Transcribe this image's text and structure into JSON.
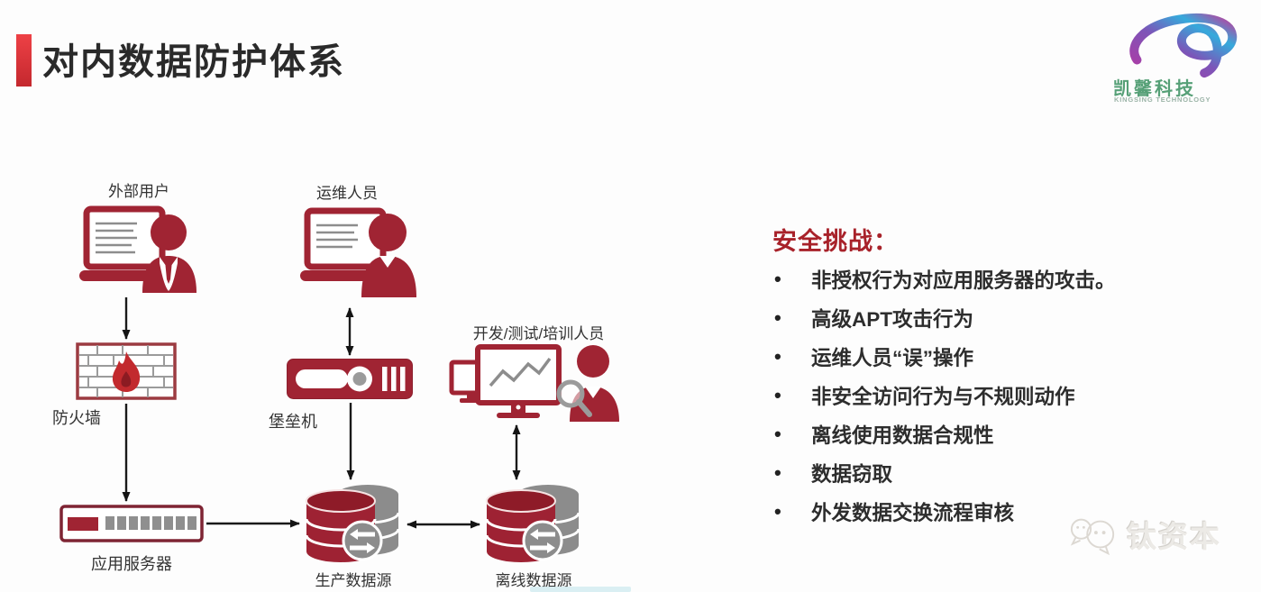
{
  "header": {
    "title": "对内数据防护体系"
  },
  "logo": {
    "name": "凯馨科技",
    "subtitle": "KINGSING TECHNOLOGY"
  },
  "diagram": {
    "nodes": [
      {
        "id": "external-user",
        "label": "外部用户"
      },
      {
        "id": "ops-user",
        "label": "运维人员"
      },
      {
        "id": "dev-user",
        "label": "开发/测试/培训人员"
      },
      {
        "id": "firewall",
        "label": "防火墙"
      },
      {
        "id": "bastion",
        "label": "堡垒机"
      },
      {
        "id": "app-server",
        "label": "应用服务器"
      },
      {
        "id": "prod-db",
        "label": "生产数据源"
      },
      {
        "id": "offline-db",
        "label": "离线数据源"
      }
    ],
    "edges": [
      {
        "from": "external-user",
        "to": "firewall",
        "type": "one-way"
      },
      {
        "from": "firewall",
        "to": "app-server",
        "type": "one-way"
      },
      {
        "from": "app-server",
        "to": "prod-db",
        "type": "one-way"
      },
      {
        "from": "ops-user",
        "to": "bastion",
        "type": "two-way"
      },
      {
        "from": "bastion",
        "to": "prod-db",
        "type": "one-way"
      },
      {
        "from": "prod-db",
        "to": "offline-db",
        "type": "two-way"
      },
      {
        "from": "dev-user",
        "to": "offline-db",
        "type": "two-way"
      }
    ]
  },
  "challenges": {
    "heading": "安全挑战：",
    "items": [
      "非授权行为对应用服务器的攻击。",
      "高级APT攻击行为",
      "运维人员“误”操作",
      "非安全访问行为与不规则动作",
      "离线使用数据合规性",
      "数据窃取",
      "外发数据交换流程审核"
    ]
  },
  "watermark": {
    "text": "钛资本"
  },
  "colors": {
    "accent_red": "#E03A3E",
    "icon_red": "#A02433",
    "icon_dark_red": "#8E1B28",
    "heading_red": "#A8222A",
    "icon_gray": "#8C8C8C",
    "arrow_black": "#1a1a1a",
    "logo_green": "#56A077",
    "logo_purple": "#9C53B5"
  }
}
